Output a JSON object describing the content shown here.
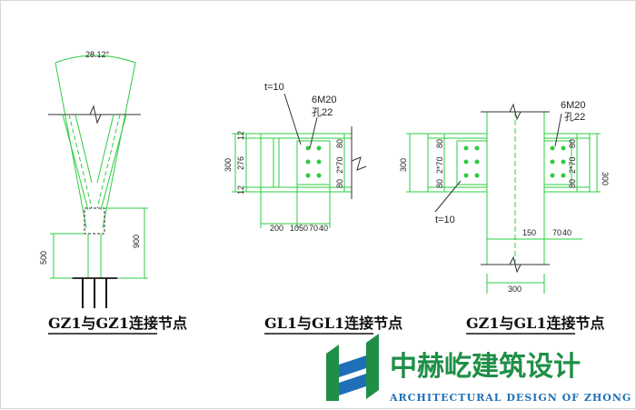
{
  "detail1": {
    "angle": "28.12°",
    "dim_left": "500",
    "dim_right": "900",
    "caption": "GZ1与GZ1连接节点"
  },
  "detail2": {
    "plate": "t=10",
    "bolts": "6M20",
    "hole": "孔22",
    "dim_height": "300",
    "dim_top": "12",
    "dim_mid": "276",
    "dim_bottom": "12",
    "dim_r1": "80",
    "dim_r2": "2*70",
    "dim_r3": "80",
    "dim_b1": "200",
    "dim_b2": "10",
    "dim_b3": "50",
    "dim_b4": "70",
    "dim_b5": "40",
    "caption": "GL1与GL1连接节点"
  },
  "detail3": {
    "bolts": "6M20",
    "hole": "孔22",
    "plate": "t=10",
    "dim_height_left": "300",
    "dim_height_right": "300",
    "dim_l1": "80",
    "dim_l2": "2*70",
    "dim_l3": "80",
    "dim_r1": "80",
    "dim_r2": "2*70",
    "dim_r3": "80",
    "dim_gap": "150",
    "dim_b4": "70",
    "dim_b5": "40",
    "dim_width": "300",
    "caption": "GZ1与GL1连接节点"
  },
  "brand": {
    "cn": "中赫屹建筑设计",
    "en": "ARCHITECTURAL DESIGN OF ZHONG HE YI",
    "colors": {
      "green": "#1f8f47",
      "blue": "#1f6fb8"
    }
  }
}
